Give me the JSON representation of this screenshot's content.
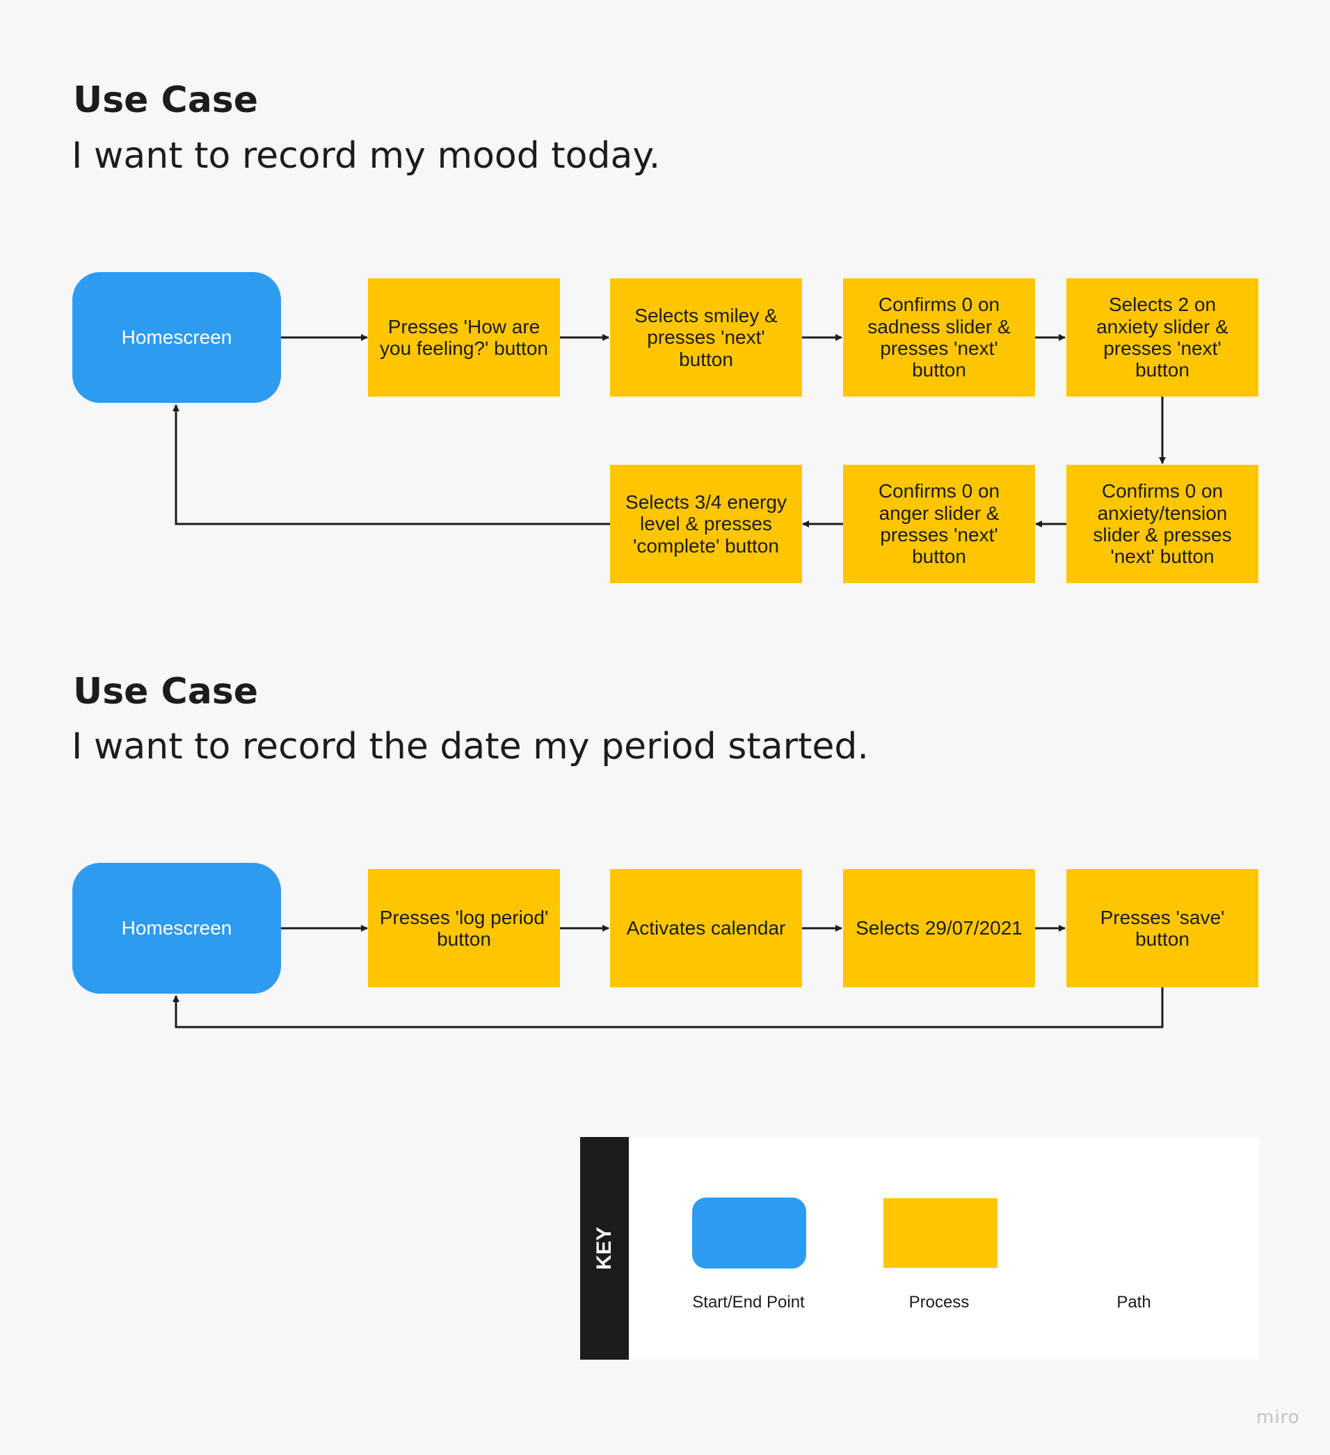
{
  "use_case_1": {
    "label": "Use Case",
    "text": "I want to record my mood today.",
    "nodes": {
      "homescreen": "Homescreen",
      "step1": "Presses 'How are\nyou feeling?' button",
      "step2": "Selects smiley &\npresses 'next'\nbutton",
      "step3": "Confirms 0 on\nsadness slider &\npresses 'next'\nbutton",
      "step4": "Selects 2 on\nanxiety slider &\npresses 'next'\nbutton",
      "step5": "Confirms 0 on\nanxiety/tension\nslider & presses\n'next' button",
      "step6": "Confirms 0 on\nanger slider &\npresses 'next'\nbutton",
      "step7": "Selects 3/4 energy\nlevel & presses\n'complete' button"
    }
  },
  "use_case_2": {
    "label": "Use Case",
    "text": "I want to record the date my period started.",
    "nodes": {
      "homescreen": "Homescreen",
      "step1": "Presses 'log period'\nbutton",
      "step2": "Activates calendar",
      "step3": "Selects 29/07/2021",
      "step4": "Presses 'save'\nbutton"
    }
  },
  "key": {
    "title": "KEY",
    "start_end_label": "Start/End Point",
    "process_label": "Process",
    "path_label": "Path"
  },
  "watermark": "miro",
  "colors": {
    "background": "#f7f7f7",
    "terminal": "#2d9bf0",
    "process": "#ffc600",
    "connector": "#1c1c1c"
  }
}
